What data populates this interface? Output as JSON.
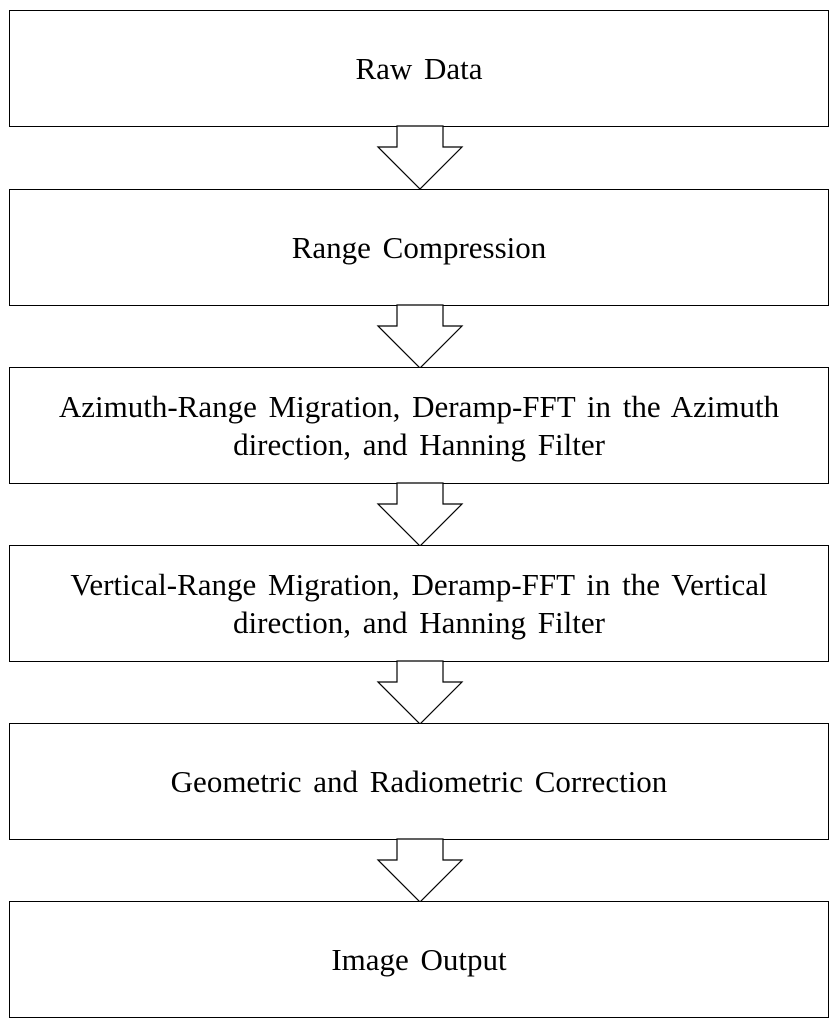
{
  "diagram": {
    "steps": [
      {
        "label": "Raw Data"
      },
      {
        "label": "Range Compression"
      },
      {
        "label": "Azimuth-Range Migration, Deramp-FFT in the Azimuth\ndirection, and Hanning Filter"
      },
      {
        "label": "Vertical-Range Migration, Deramp-FFT in the Vertical\ndirection, and Hanning Filter"
      },
      {
        "label": "Geometric and Radiometric Correction"
      },
      {
        "label": "Image Output"
      }
    ],
    "arrow_icon": "hollow-down-arrow-icon",
    "colors": {
      "stroke": "#000000",
      "fill": "#ffffff",
      "text": "#000000"
    }
  }
}
